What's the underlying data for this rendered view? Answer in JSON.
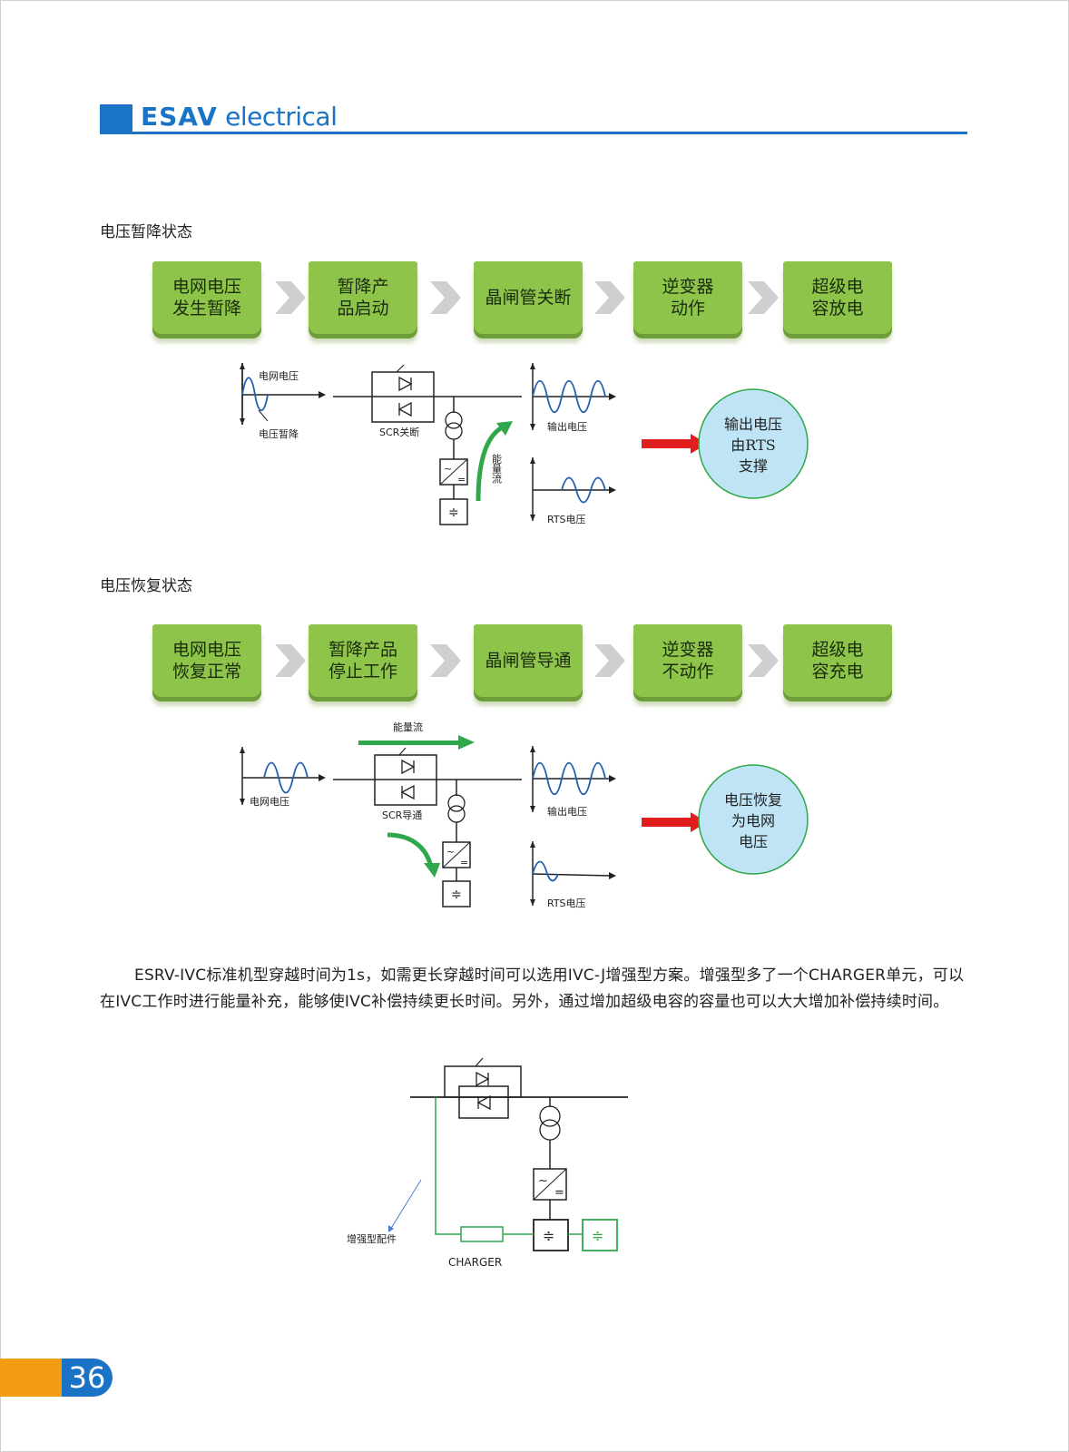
{
  "header": {
    "logo_brand": "ESAV",
    "logo_suffix": "electrical"
  },
  "sections": [
    {
      "title": "电压暂降状态",
      "steps": [
        "电网电压\n发生暂降",
        "暂降产\n品启动",
        "晶闸管关断",
        "逆变器\n动作",
        "超级电\n容放电"
      ],
      "diagram": {
        "grid_label": "电网电压",
        "sag_label": "电压暂降",
        "scr_label": "SCR关断",
        "energy_label": "能量流",
        "output_label": "输出电压",
        "rts_label": "RTS电压",
        "result": [
          "输出电压",
          "由RTS",
          "支撑"
        ]
      }
    },
    {
      "title": "电压恢复状态",
      "steps": [
        "电网电压\n恢复正常",
        "暂降产品\n停止工作",
        "晶闸管导通",
        "逆变器\n不动作",
        "超级电\n容充电"
      ],
      "diagram": {
        "energy_label": "能量流",
        "grid_label": "电网电压",
        "scr_label": "SCR导通",
        "output_label": "输出电压",
        "rts_label": "RTS电压",
        "result": [
          "电压恢复",
          "为电网",
          "电压"
        ]
      }
    }
  ],
  "paragraph": "ESRV-IVC标准机型穿越时间为1s，如需更长穿越时间可以选用IVC-J增强型方案。增强型多了一个CHARGER单元，可以在IVC工作时进行能量补充，能够使IVC补偿持续更长时间。另外，通过增加超级电容的容量也可以大大增加补偿持续时间。",
  "bottom_diagram": {
    "enhanced_label": "增强型配件",
    "charger_label": "CHARGER"
  },
  "symbols": {
    "ac": "~",
    "dc": "=",
    "cap": "≑"
  },
  "page_number": "36",
  "colors": {
    "brand_blue": "#1a73c4",
    "step_green": "#8dc449",
    "flow_green": "#2ea84a",
    "arrow_red": "#e01e1e",
    "result_fill": "#bfe4f6",
    "page_orange": "#f39c12"
  }
}
